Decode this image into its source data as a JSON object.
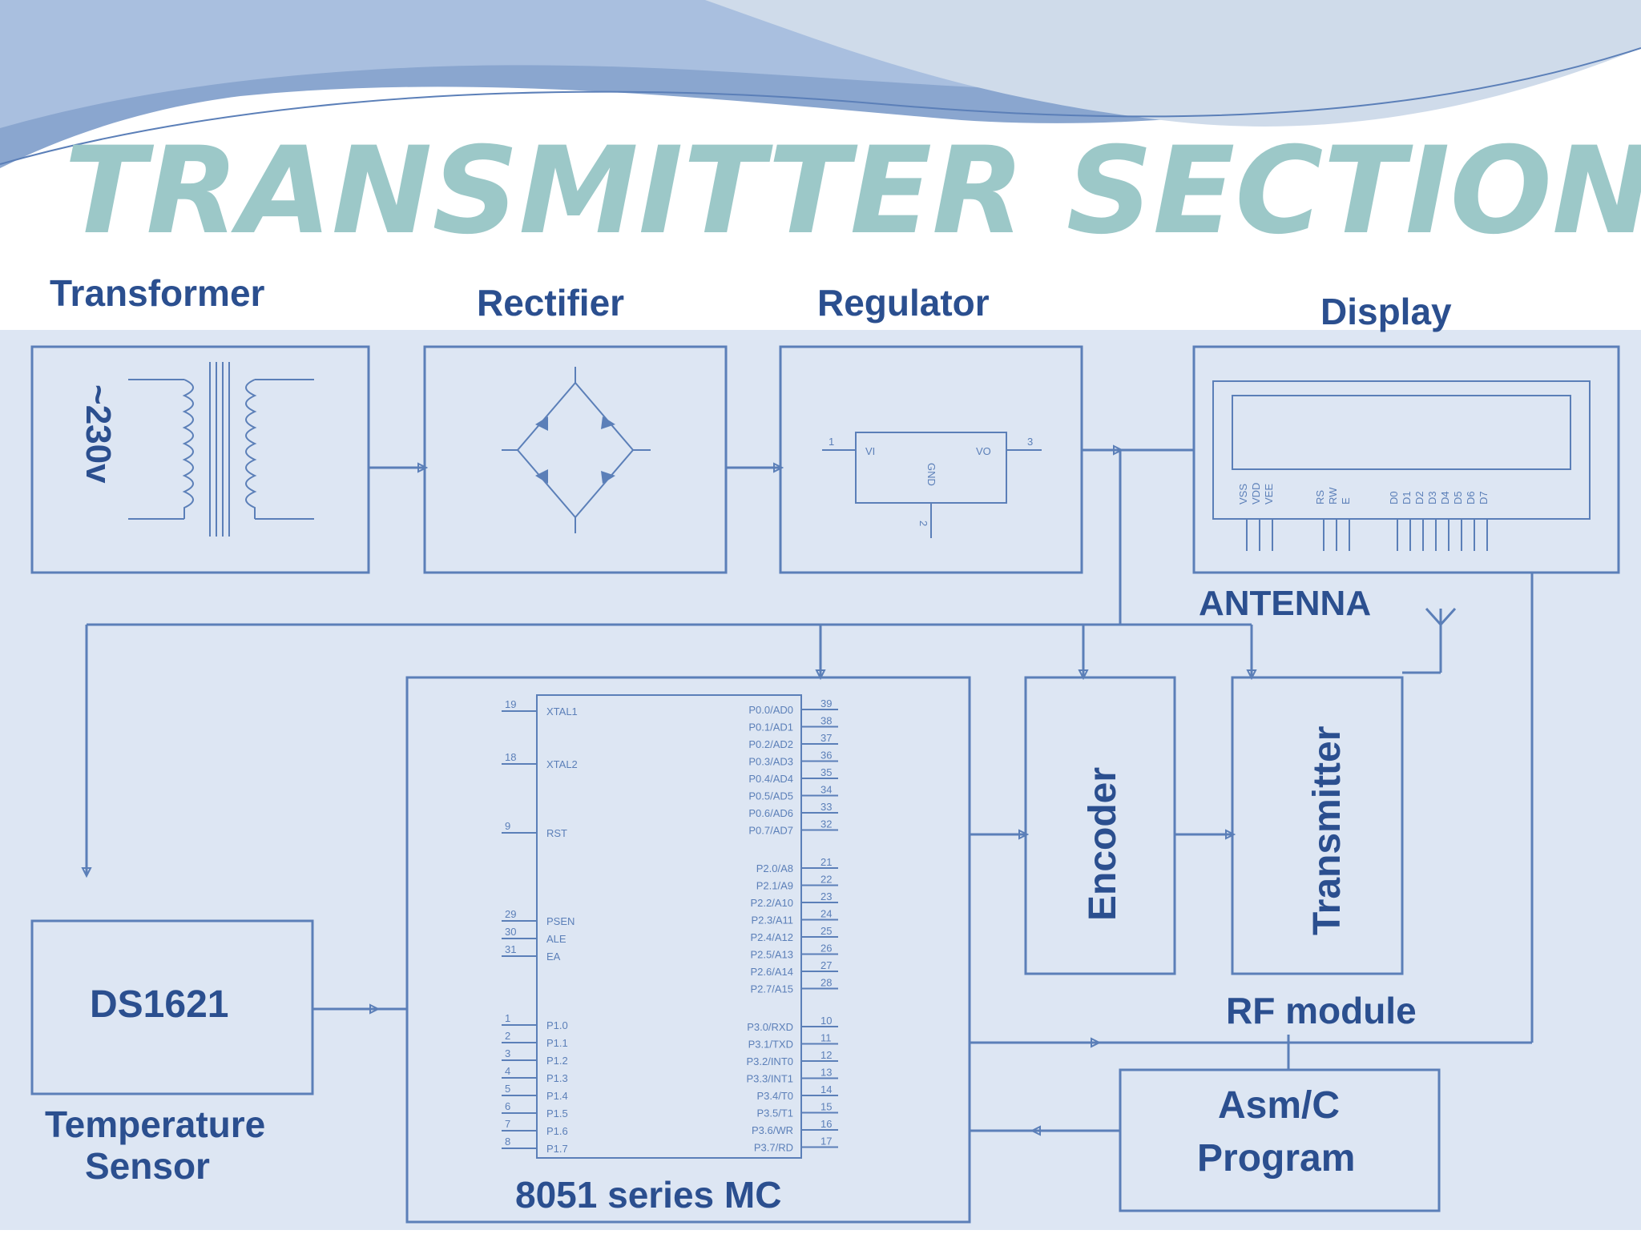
{
  "title": "TRANSMITTER SECTION",
  "blocks": {
    "transformer": "Transformer",
    "rectifier": "Rectifier",
    "regulator": "Regulator",
    "display": "Display",
    "antenna": "ANTENNA",
    "encoder": "Encoder",
    "transmitter": "Transmitter",
    "rf_module": "RF module",
    "ds1621": "DS1621",
    "temp_sensor_1": "Temperature",
    "temp_sensor_2": "Sensor",
    "mc": "8051 series MC",
    "program_1": "Asm/C",
    "program_2": "Program",
    "mains_voltage": "~230v"
  },
  "regulator_pins": {
    "vi": "VI",
    "vo": "VO",
    "gnd": "GND",
    "pin1": "1",
    "pin2": "2",
    "pin3": "3"
  },
  "lcd_pins": [
    "VSS",
    "VDD",
    "VEE",
    "RS",
    "RW",
    "E",
    "D0",
    "D1",
    "D2",
    "D3",
    "D4",
    "D5",
    "D6",
    "D7"
  ],
  "mc_left_pins": [
    {
      "num": "19",
      "name": "XTAL1"
    },
    {
      "num": "18",
      "name": "XTAL2"
    },
    {
      "num": "9",
      "name": "RST"
    },
    {
      "num": "29",
      "name": "PSEN"
    },
    {
      "num": "30",
      "name": "ALE"
    },
    {
      "num": "31",
      "name": "EA"
    },
    {
      "num": "1",
      "name": "P1.0"
    },
    {
      "num": "2",
      "name": "P1.1"
    },
    {
      "num": "3",
      "name": "P1.2"
    },
    {
      "num": "4",
      "name": "P1.3"
    },
    {
      "num": "5",
      "name": "P1.4"
    },
    {
      "num": "6",
      "name": "P1.5"
    },
    {
      "num": "7",
      "name": "P1.6"
    },
    {
      "num": "8",
      "name": "P1.7"
    }
  ],
  "mc_right_pins": [
    {
      "num": "39",
      "name": "P0.0/AD0"
    },
    {
      "num": "38",
      "name": "P0.1/AD1"
    },
    {
      "num": "37",
      "name": "P0.2/AD2"
    },
    {
      "num": "36",
      "name": "P0.3/AD3"
    },
    {
      "num": "35",
      "name": "P0.4/AD4"
    },
    {
      "num": "34",
      "name": "P0.5/AD5"
    },
    {
      "num": "33",
      "name": "P0.6/AD6"
    },
    {
      "num": "32",
      "name": "P0.7/AD7"
    },
    {
      "num": "21",
      "name": "P2.0/A8"
    },
    {
      "num": "22",
      "name": "P2.1/A9"
    },
    {
      "num": "23",
      "name": "P2.2/A10"
    },
    {
      "num": "24",
      "name": "P2.3/A11"
    },
    {
      "num": "25",
      "name": "P2.4/A12"
    },
    {
      "num": "26",
      "name": "P2.5/A13"
    },
    {
      "num": "27",
      "name": "P2.6/A14"
    },
    {
      "num": "28",
      "name": "P2.7/A15"
    },
    {
      "num": "10",
      "name": "P3.0/RXD"
    },
    {
      "num": "11",
      "name": "P3.1/TXD"
    },
    {
      "num": "12",
      "name": "P3.2/INT0"
    },
    {
      "num": "13",
      "name": "P3.3/INT1"
    },
    {
      "num": "14",
      "name": "P3.4/T0"
    },
    {
      "num": "15",
      "name": "P3.5/T1"
    },
    {
      "num": "16",
      "name": "P3.6/WR"
    },
    {
      "num": "17",
      "name": "P3.7/RD"
    }
  ],
  "colors": {
    "background": "#dde6f3",
    "wire": "#5b7fb8",
    "label": "#2b4f8f",
    "title": "#9cc8c8",
    "wave": "#8aa6cf"
  }
}
